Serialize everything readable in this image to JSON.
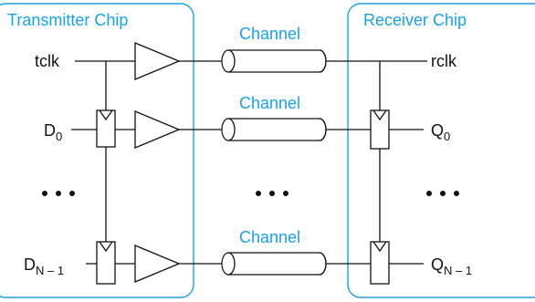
{
  "transmitter": {
    "title": "Transmitter Chip",
    "clock": "tclk",
    "d0": "D",
    "d0_sub": "0",
    "dn": "D",
    "dn_sub": "N – 1"
  },
  "receiver": {
    "title": "Receiver Chip",
    "clock": "rclk",
    "q0": "Q",
    "q0_sub": "0",
    "qn": "Q",
    "qn_sub": "N – 1"
  },
  "channels": [
    {
      "label": "Channel"
    },
    {
      "label": "Channel"
    },
    {
      "label": "Channel"
    }
  ],
  "colors": {
    "accent": "#1da1de",
    "line": "#111111"
  }
}
